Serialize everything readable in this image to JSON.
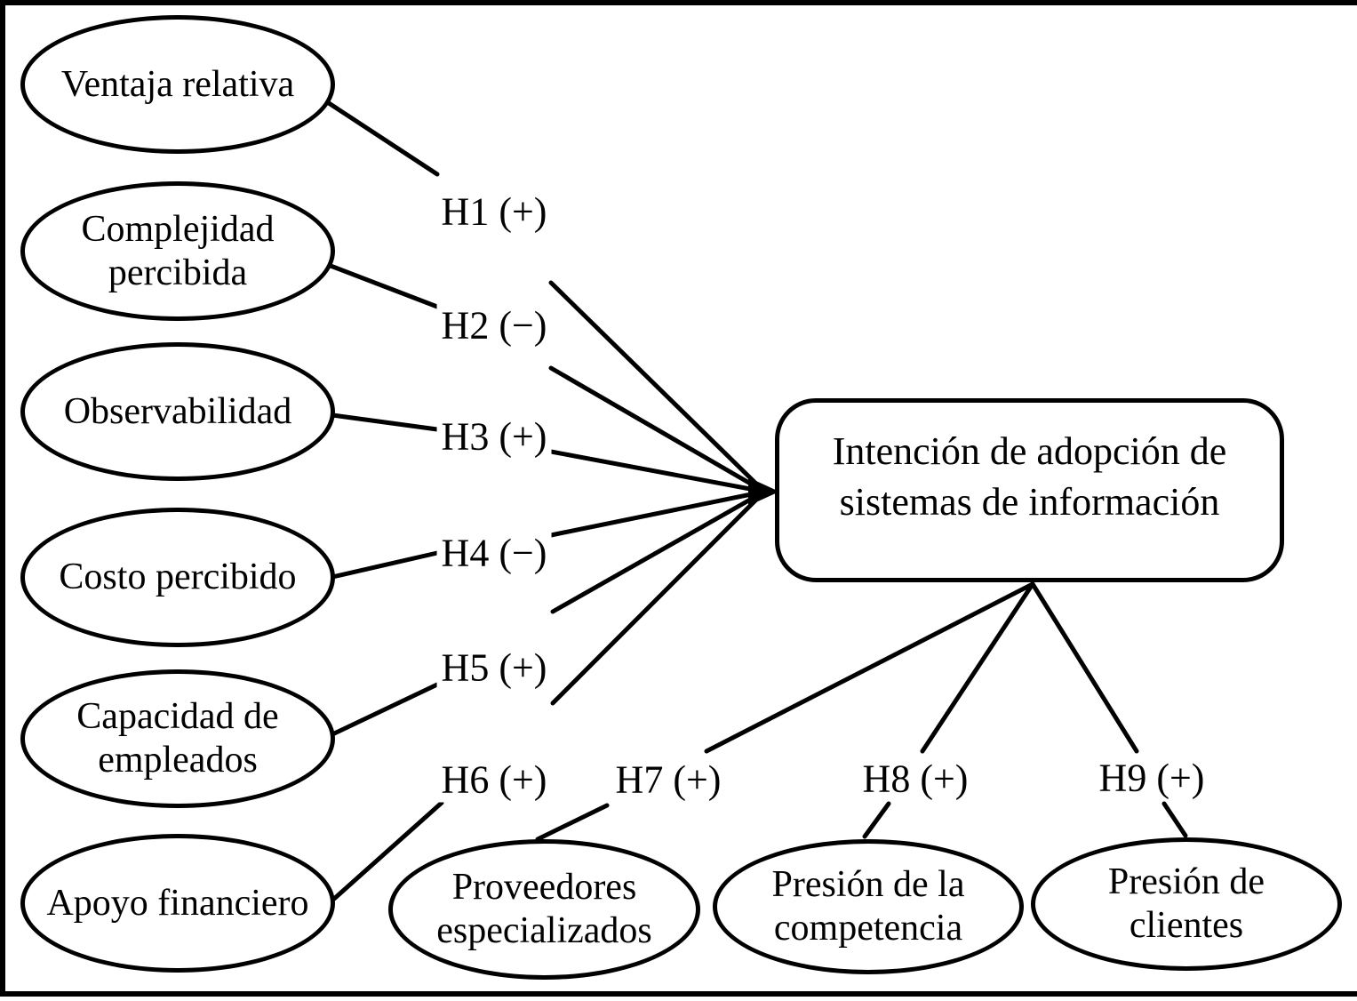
{
  "figure": {
    "background": "#ffffff",
    "stroke_color": "#000000",
    "outcome_box": {
      "label": "Intención de adopción de sistemas de información"
    },
    "left_factors": [
      {
        "label": "Ventaja relativa",
        "hypothesis": "H1 (+)"
      },
      {
        "label": "Complejidad percibida",
        "hypothesis": "H2 (−)"
      },
      {
        "label": "Observabilidad",
        "hypothesis": "H3 (+)"
      },
      {
        "label": "Costo percibido",
        "hypothesis": "H4 (−)"
      },
      {
        "label": "Capacidad de empleados",
        "hypothesis": "H5 (+)"
      },
      {
        "label": "Apoyo financiero",
        "hypothesis": "H6 (+)"
      }
    ],
    "bottom_factors": [
      {
        "label": "Proveedores especializados",
        "hypothesis": "H7 (+)"
      },
      {
        "label": "Presión de la competencia",
        "hypothesis": "H8 (+)"
      },
      {
        "label": "Presión de clientes",
        "hypothesis": "H9 (+)"
      }
    ]
  }
}
